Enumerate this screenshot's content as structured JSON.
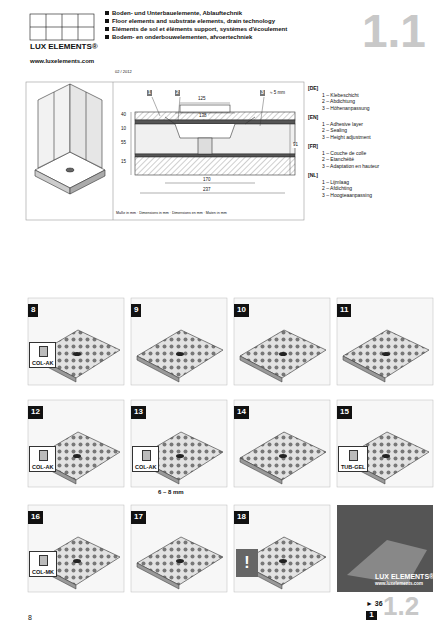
{
  "diagram": {
    "caption": "Maße in mm · Dimensions in mm · Dimensions en mm · Maten in mm",
    "nodes": [
      {
        "text": [
          "LUX ELEMENTS®"
        ]
      },
      {
        "text": [
          "8"
        ]
      },
      {
        "text": [
          "COL-AK"
        ],
        "in": 1
      },
      {
        "text": [
          "9"
        ]
      },
      {
        "text": [
          "10"
        ]
      },
      {
        "text": [
          "11"
        ]
      },
      {
        "text": [
          "12"
        ]
      },
      {
        "text": [
          "COL-AK"
        ],
        "in": 6
      },
      {
        "text": [
          "13"
        ]
      },
      {
        "text": [
          "COL-AK"
        ],
        "in": 8
      },
      {
        "text": [
          "14"
        ]
      },
      {
        "text": [
          "15"
        ]
      },
      {
        "text": [
          "TUB-GEL"
        ],
        "in": 11
      },
      {
        "text": [
          "16"
        ]
      },
      {
        "text": [
          "COL-MK"
        ],
        "in": 13
      },
      {
        "text": [
          "17"
        ]
      },
      {
        "text": [
          "18"
        ]
      },
      {
        "text": [
          "!"
        ],
        "in": 16
      },
      {
        "text": [
          "LUX ELEMENTS®",
          "www.luxelements.com"
        ]
      },
      {
        "text": [
          "1"
        ]
      }
    ],
    "labels": [
      "www.luxelements.com",
      "Boden- und Unterbauelemente, Ablauftechnik",
      "Floor elements and substrate elements, drain technology",
      "Eléments de sol et éléments support, systèmes d'écoulement",
      "Bodem- en onderbouwelementen, afvoertechniek",
      "1.1",
      "02 / 2012",
      "1",
      "2",
      "3",
      "≈ 5 mm",
      "125",
      "138",
      "91",
      "170",
      "237",
      "40",
      "10",
      "55",
      "15",
      "[DE]",
      "1 – Klebeschicht",
      "2 – Abdichtung",
      "3 – Höhenanpassung",
      "[EN]",
      "1 – Adhesive layer",
      "2 – Sealing",
      "3 – Height adjustment",
      "[FR]",
      "1 – Couche de colle",
      "2 – Etanchéité",
      "3 – Adaptation en hauteur",
      "[NL]",
      "1 – Lijmlaag",
      "2 – Afdichting",
      "3 – Hoogteaanpassing",
      "6 – 8 mm",
      "8",
      "► 36",
      "1.2"
    ]
  }
}
